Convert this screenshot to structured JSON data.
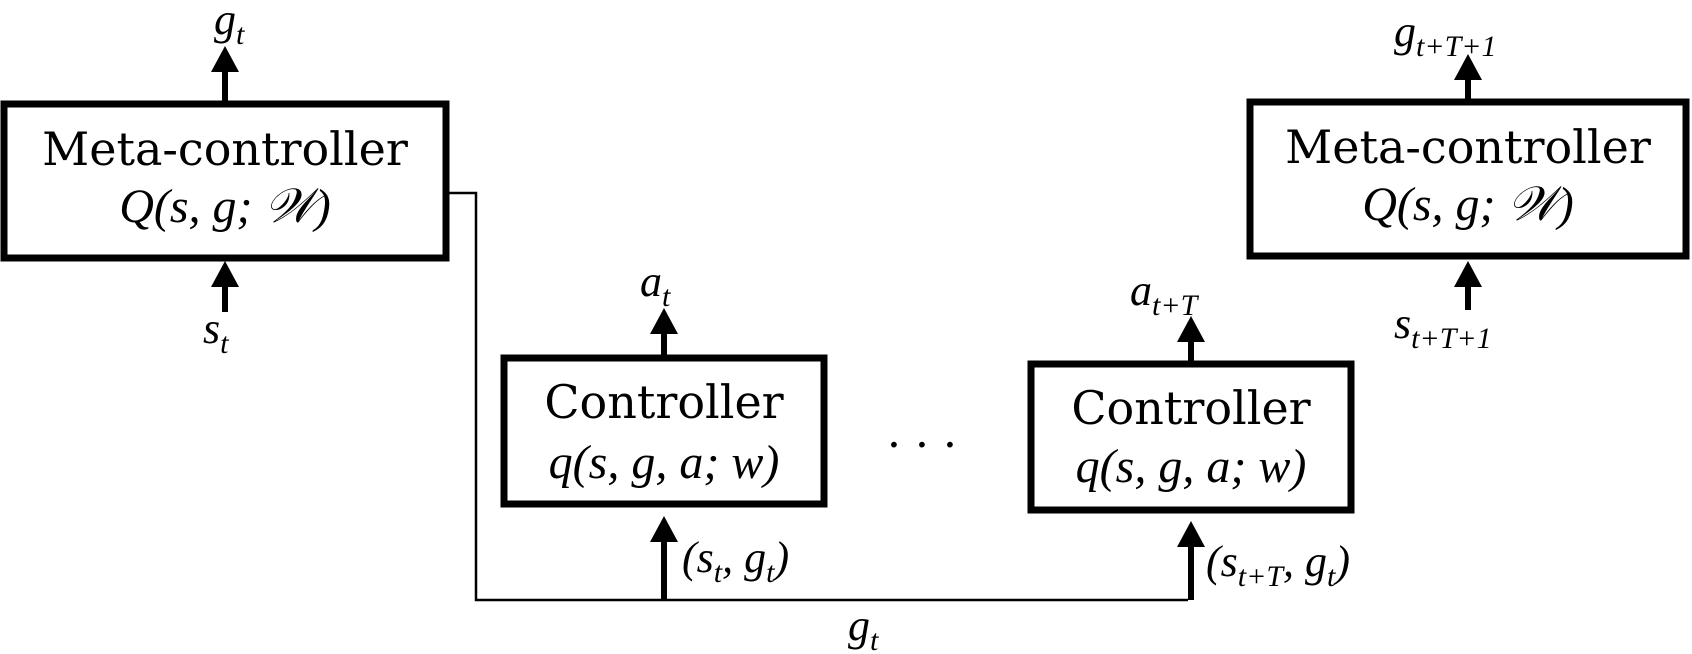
{
  "diagram": {
    "meta_left": {
      "title": "Meta-controller",
      "formula": "Q(s, g; 𝒲)",
      "output_label": "g",
      "output_sub": "t",
      "input_label": "s",
      "input_sub": "t"
    },
    "meta_right": {
      "title": "Meta-controller",
      "formula": "Q(s, g; 𝒲)",
      "output_label": "g",
      "output_sub": "t+T+1",
      "input_label": "s",
      "input_sub": "t+T+1"
    },
    "controller_left": {
      "title": "Controller",
      "formula": "q(s, g, a; w)",
      "output_label": "a",
      "output_sub": "t",
      "input_open": "(s",
      "input_sub": "t",
      "input_mid": ", g",
      "input_sub2": "t",
      "input_close": ")"
    },
    "controller_right": {
      "title": "Controller",
      "formula": "q(s, g, a; w)",
      "output_label": "a",
      "output_sub": "t+T",
      "input_open": "(s",
      "input_sub": "t+T",
      "input_mid": ", g",
      "input_sub2": "t",
      "input_close": ")"
    },
    "ellipsis": "· · ·",
    "bus_label": "g",
    "bus_sub": "t"
  }
}
